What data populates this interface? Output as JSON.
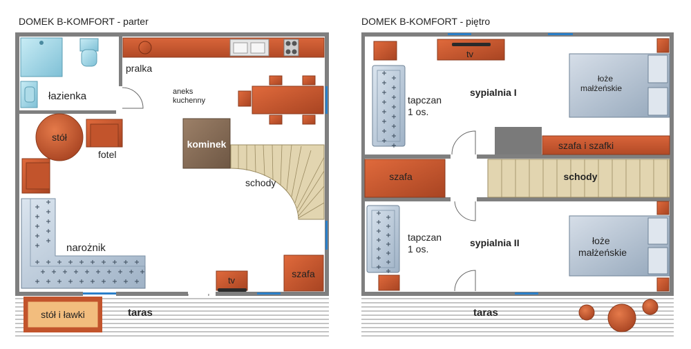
{
  "ground_floor": {
    "title": "DOMEK B-KOMFORT - parter",
    "rooms": {
      "bathroom": "łazienka",
      "laundry": "pralka",
      "kitchenette_line1": "aneks",
      "kitchenette_line2": "kuchenny",
      "fireplace": "kominek",
      "stairs": "schody",
      "table": "stół",
      "armchair": "fotel",
      "corner_sofa": "narożnik",
      "wardrobe": "szafa",
      "tv": "tv",
      "terrace": "taras",
      "table_benches": "stół i ławki"
    }
  },
  "upper_floor": {
    "title": "DOMEK B-KOMFORT - piętro",
    "rooms": {
      "tv": "tv",
      "bedroom1": "sypialnia I",
      "bedroom2": "sypialnia II",
      "couch1_line1": "tapczan",
      "couch1_line2": "1 os.",
      "couch2_line1": "tapczan",
      "couch2_line2": "1 os.",
      "double_bed1_line1": "łoże",
      "double_bed1_line2": "małżeńskie",
      "double_bed2_line1": "łoże",
      "double_bed2_line2": "małżeńskie",
      "wardrobe_cabinets": "szafa i szafki",
      "wardrobe": "szafa",
      "stairs": "schody",
      "terrace": "taras"
    }
  },
  "colors": {
    "wall": "#7f7f7f",
    "furniture_brown": "#c2542c",
    "fireplace": "#8a7058",
    "stairs": "#e2d5b0",
    "sofa": "#c2d0df",
    "bathroom_fixture": "#a2d4e4",
    "table_benches": "#f2bd7e",
    "window": "#2a7fc9"
  }
}
